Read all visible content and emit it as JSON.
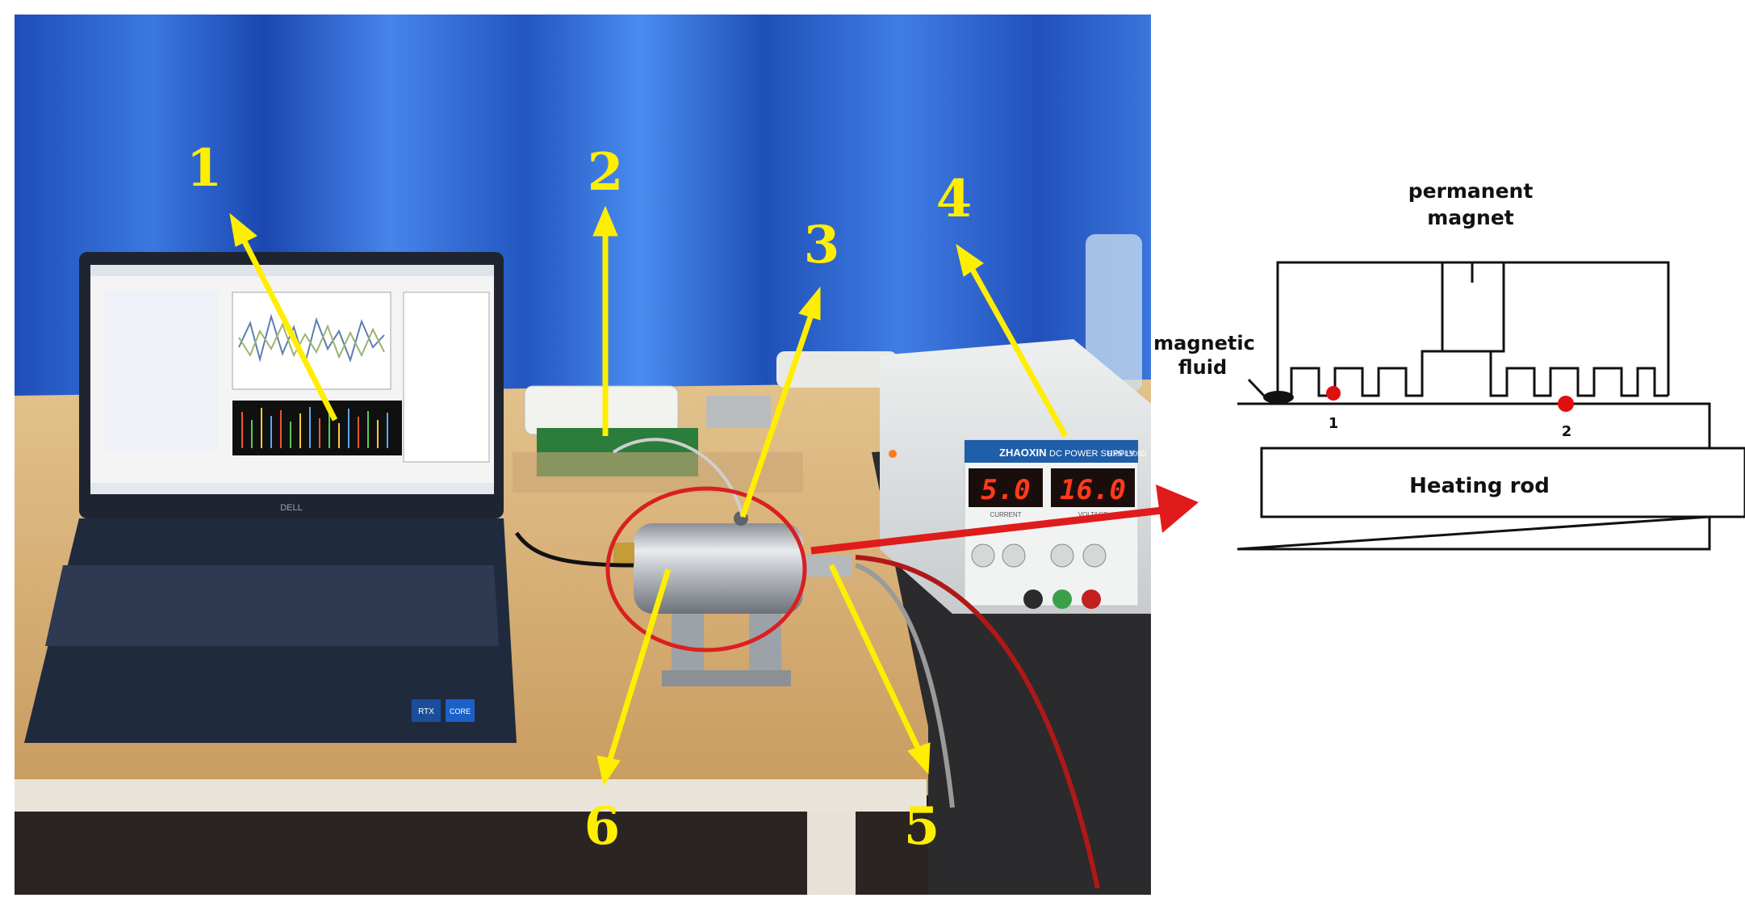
{
  "photo": {
    "callouts": [
      {
        "id": "1",
        "label": "1"
      },
      {
        "id": "2",
        "label": "2"
      },
      {
        "id": "3",
        "label": "3"
      },
      {
        "id": "4",
        "label": "4"
      },
      {
        "id": "5",
        "label": "5"
      },
      {
        "id": "6",
        "label": "6"
      }
    ],
    "power_supply": {
      "brand": "ZHAOXIN",
      "model_text": "DC POWER SUPPLY",
      "model_code": "RXN-1505D",
      "current_display": "5.0",
      "voltage_display": "16.0",
      "current_caption": "CURRENT",
      "voltage_caption": "VOLTAGE"
    },
    "laptop": {
      "brand": "DELL",
      "sticker_1": "RTX",
      "sticker_2": "CORE"
    }
  },
  "schematic": {
    "permanent_magnet_label_line1": "permanent",
    "permanent_magnet_label_line2": "magnet",
    "magnetic_fluid_label_line1": "magnetic",
    "magnetic_fluid_label_line2": "fluid",
    "heating_rod_label": "Heating rod",
    "point_1_label": "1",
    "point_2_label": "2"
  },
  "colors": {
    "curtain": "#2f5fc8",
    "callout_yellow": "#ffee00",
    "arrow_red": "#e01b1b",
    "highlight_circle": "#d92020",
    "sensor_dot": "#e01010",
    "table": "#d8b37a",
    "led_red": "#ff3b1a"
  }
}
